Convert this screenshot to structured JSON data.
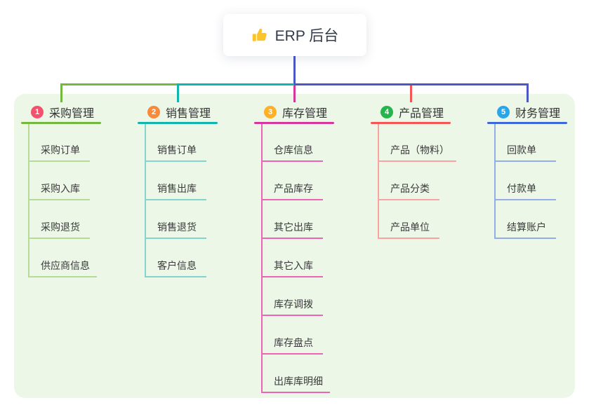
{
  "root": {
    "title": "ERP 后台",
    "icon": "thumbs-up-icon",
    "icon_color": "#fbc42f",
    "text_color": "#333b4a"
  },
  "canvas": {
    "panel_color": "#ecf7e8",
    "trunk_color": "#4a57c4"
  },
  "branches": [
    {
      "num": "1",
      "title": "采购管理",
      "badge_color": "#f4516c",
      "line_color": "#74b93e",
      "item_line_color": "#b5dc97",
      "items": [
        "采购订单",
        "采购入库",
        "采购退货",
        "供应商信息"
      ]
    },
    {
      "num": "2",
      "title": "销售管理",
      "badge_color": "#f88a3a",
      "line_color": "#12b5ae",
      "item_line_color": "#83d4cf",
      "items": [
        "销售订单",
        "销售出库",
        "销售退货",
        "客户信息"
      ]
    },
    {
      "num": "3",
      "title": "库存管理",
      "badge_color": "#ffb024",
      "line_color": "#d6379b",
      "item_line_color": "#ee64b4",
      "items": [
        "仓库信息",
        "产品库存",
        "其它出库",
        "其它入库",
        "库存调拨",
        "库存盘点",
        "出库库明细"
      ]
    },
    {
      "num": "4",
      "title": "产品管理",
      "badge_color": "#25b54c",
      "line_color": "#f65555",
      "item_line_color": "#f9a3a3",
      "items": [
        "产品（物料）",
        "产品分类",
        "产品单位"
      ]
    },
    {
      "num": "5",
      "title": "财务管理",
      "badge_color": "#29a6e9",
      "line_color": "#3e68da",
      "item_line_color": "#93aee6",
      "items": [
        "回款单",
        "付款单",
        "结算账户"
      ]
    }
  ]
}
